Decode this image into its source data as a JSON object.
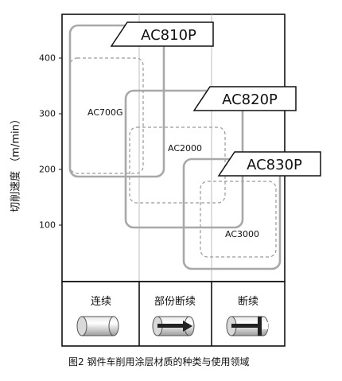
{
  "y_axis": {
    "label": "切削速度 （m/min）",
    "ticks": [
      "400",
      "300",
      "200",
      "100"
    ]
  },
  "grades": {
    "ac810p": "AC810P",
    "ac820p": "AC820P",
    "ac830p": "AC830P",
    "ac700g": "AC700G",
    "ac2000": "AC2000",
    "ac3000": "AC3000"
  },
  "cut_types": [
    "连续",
    "部份断续",
    "断续"
  ],
  "caption": "图2 钢件车削用涂层材质的种类与使用领域"
}
